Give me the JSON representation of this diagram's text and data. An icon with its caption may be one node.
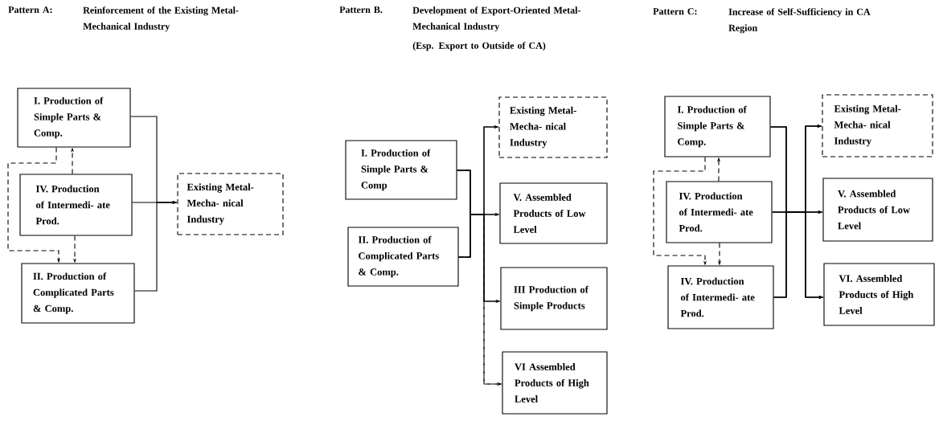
{
  "diagram": {
    "nodes": [
      {
        "text": [
          "I. Production of Simple Parts & Comp."
        ]
      },
      {
        "text": [
          "IV. Production of Intermedi- ate Prod."
        ]
      },
      {
        "text": [
          "II. Production of Complicated Parts & Comp."
        ]
      },
      {
        "text": [
          "Existing Metal-Mecha- nical Industry"
        ]
      },
      {
        "text": [
          "I. Production of Simple Parts & Comp"
        ]
      },
      {
        "text": [
          "II. Production of Complicated Parts & Comp."
        ]
      },
      {
        "text": [
          "Existing Metal-Mecha- nical Industry"
        ]
      },
      {
        "text": [
          "V. Assembled Products of Low Level"
        ]
      },
      {
        "text": [
          "III Production of Simple Products"
        ]
      },
      {
        "text": [
          "VI Assembled Products of High Level"
        ]
      },
      {
        "text": [
          "I. Production of Simple Parts & Comp."
        ]
      },
      {
        "text": [
          "IV. Production of Intermedi- ate Prod."
        ]
      },
      {
        "text": [
          "IV. Production of Intermedi- ate Prod."
        ]
      },
      {
        "text": [
          "Existing Metal-Mecha- nical Industry"
        ]
      },
      {
        "text": [
          "V. Assembled Products of Low Level"
        ]
      },
      {
        "text": [
          "VI. Assembled Products of High Level"
        ]
      }
    ],
    "edges": [
      {
        "from": 0,
        "to": 3,
        "arrow": "to"
      },
      {
        "from": 1,
        "to": 3,
        "arrow": "to"
      },
      {
        "from": 2,
        "to": 3,
        "arrow": "to"
      },
      {
        "from": 1,
        "to": 0,
        "arrow": "to",
        "style": "dashed"
      },
      {
        "from": 1,
        "to": 2,
        "arrow": "to",
        "style": "dashed"
      },
      {
        "from": 0,
        "to": 2,
        "arrow": "to",
        "style": "dashed"
      },
      {
        "from": 4,
        "to": 6,
        "arrow": "to"
      },
      {
        "from": 4,
        "to": 7,
        "arrow": "to"
      },
      {
        "from": 4,
        "to": 8,
        "arrow": "to"
      },
      {
        "from": 4,
        "to": 9,
        "arrow": "to",
        "style": "dashed"
      },
      {
        "from": 5,
        "to": 6,
        "arrow": "to"
      },
      {
        "from": 5,
        "to": 7,
        "arrow": "to"
      },
      {
        "from": 5,
        "to": 8,
        "arrow": "to"
      },
      {
        "from": 5,
        "to": 9,
        "arrow": "to",
        "style": "dashed"
      },
      {
        "from": 10,
        "to": 13,
        "arrow": "to"
      },
      {
        "from": 10,
        "to": 14,
        "arrow": "to"
      },
      {
        "from": 10,
        "to": 15,
        "arrow": "to"
      },
      {
        "from": 11,
        "to": 13,
        "arrow": "to"
      },
      {
        "from": 11,
        "to": 14,
        "arrow": "to"
      },
      {
        "from": 11,
        "to": 15,
        "arrow": "to"
      },
      {
        "from": 12,
        "to": 13,
        "arrow": "to"
      },
      {
        "from": 12,
        "to": 14,
        "arrow": "to"
      },
      {
        "from": 12,
        "to": 15,
        "arrow": "to"
      },
      {
        "from": 11,
        "to": 10,
        "arrow": "to",
        "style": "dashed"
      },
      {
        "from": 11,
        "to": 12,
        "arrow": "to",
        "style": "dashed"
      },
      {
        "from": 10,
        "to": 12,
        "arrow": "to",
        "style": "dashed"
      }
    ],
    "labels": [
      "Pattern A:",
      "Reinforcement of the Existing Metal-Mechanical Industry",
      "Pattern B.",
      "Development of Export-Oriented Metal-Mechanical Industry",
      "(Esp. Export to Outside of CA)",
      "Pattern C:",
      "Increase of Self-Sufficiency in CA Region"
    ]
  }
}
